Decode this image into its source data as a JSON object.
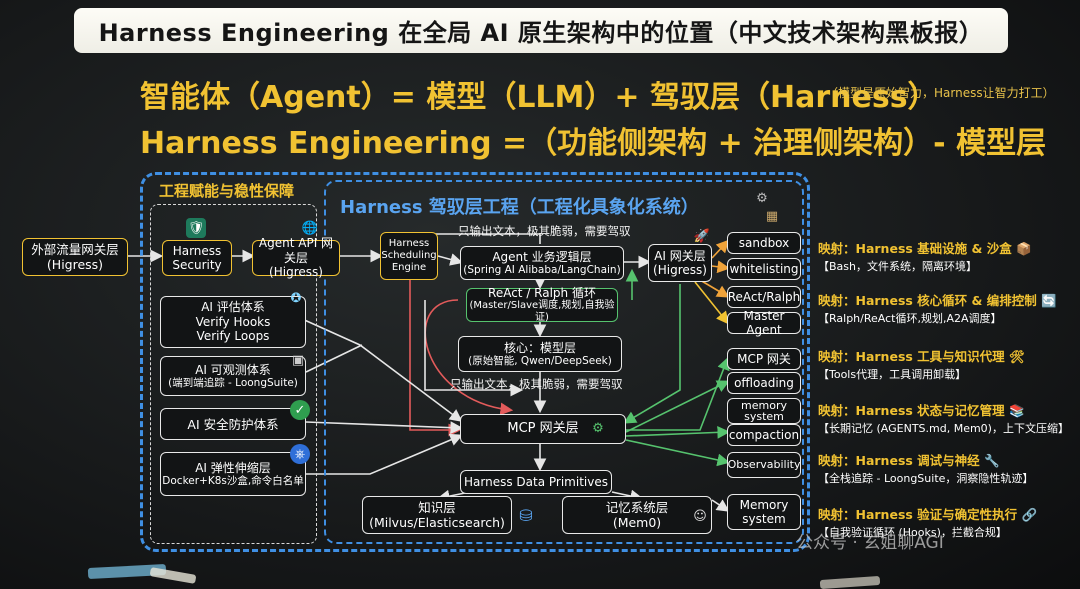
{
  "title": "Harness Engineering 在全局 AI 原生架构中的位置（中文技术架构黑板报）",
  "formula1": "智能体（Agent）= 模型（LLM）+ 驾驭层（Harness）",
  "formula1_note": "（模型是原始智力，Harness让智力打工）",
  "formula2": "Harness Engineering =（功能侧架构 + 治理侧架构）- 模型层",
  "sections": {
    "left": "工程赋能与稳性保障",
    "inner": "Harness 驾驭层工程（工程化具象化系统）"
  },
  "nodes": {
    "traffic": {
      "l1": "外部流量网关层",
      "l2": "(Higress)"
    },
    "security": {
      "l1": "Harness",
      "l2": "Security"
    },
    "agent_api": {
      "l1": "Agent API 网关层",
      "l2": "(Higress)"
    },
    "scheduling": {
      "l1": "Harness",
      "l2": "Scheduling",
      "l3": "Engine"
    },
    "logic": {
      "l1": "Agent 业务逻辑层",
      "l2": "(Spring AI Alibaba/LangChain)"
    },
    "loop": {
      "l1": "ReAct / Ralph 循环",
      "l2": "(Master/Slave调度,规划,自我验证)"
    },
    "core": {
      "l1": "核心：模型层",
      "l2": "(原始智能, Qwen/DeepSeek)"
    },
    "ai_gw": {
      "l1": "AI 网关层",
      "l2": "(Higress)"
    },
    "eval": {
      "l1": "AI 评估体系",
      "l2": "Verify Hooks",
      "l3": "Verify Loops"
    },
    "observe": {
      "l1": "AI 可观测体系",
      "l2": "(端到端追踪 - LoongSuite)"
    },
    "safety": {
      "l1": "AI 安全防护体系"
    },
    "scaling": {
      "l1": "AI 弹性伸缩层",
      "l2": "Docker+K8s沙盒,命令白名单"
    },
    "mcp": {
      "l1": "MCP 网关层"
    },
    "primitives": {
      "l1": "Harness Data Primitives"
    },
    "knowledge": {
      "l1": "知识层",
      "l2": "(Milvus/Elasticsearch)"
    },
    "memory_sys": {
      "l1": "记忆系统层",
      "l2": "(Mem0)"
    },
    "sandbox": "sandbox",
    "whitelisting": "whitelisting",
    "react_ralph": "ReAct/Ralph",
    "master_agent": "Master Agent",
    "mcp_gw": "MCP 网关",
    "offloading": "offloading",
    "mem_sys": {
      "l1": "memory",
      "l2": "system"
    },
    "compaction": "compaction",
    "observability": "Observability",
    "memory_system": {
      "l1": "Memory",
      "l2": "system"
    }
  },
  "notes": {
    "top": "只输出文本，极其脆弱，需要驾驭",
    "bottom": "只输出文本，极其脆弱，需要驾驭"
  },
  "mappings": [
    {
      "title": "映射：Harness 基础设施 & 沙盒",
      "icon": "📦",
      "desc": "【Bash，文件系统，隔离环境】"
    },
    {
      "title": "映射：Harness 核心循环 & 编排控制",
      "icon": "🔄",
      "desc": "【Ralph/ReAct循环,规划,A2A调度】"
    },
    {
      "title": "映射：Harness 工具与知识代理",
      "icon": "🛠",
      "desc": "【Tools代理，工具调用卸载】"
    },
    {
      "title": "映射：Harness 状态与记忆管理",
      "icon": "📚",
      "desc": "【长期记忆 (AGENTS.md, Mem0)，上下文压缩】"
    },
    {
      "title": "映射：Harness 调试与神经",
      "icon": "🔧",
      "desc": "【全栈追踪 - LoongSuite，洞察隐性轨迹】"
    },
    {
      "title": "映射：Harness 验证与确定性执行",
      "icon": "🔗",
      "desc": "【自我验证循环 (Hooks)，拦截合规】"
    }
  ],
  "watermark": "公众号 · 玄姐聊AGI",
  "colors": {
    "accent_yellow": "#f1c232",
    "accent_blue": "#3f8fe3",
    "wire_green": "#56c36e",
    "wire_red": "#e35b5b",
    "wire_orange": "#f0a33a"
  }
}
